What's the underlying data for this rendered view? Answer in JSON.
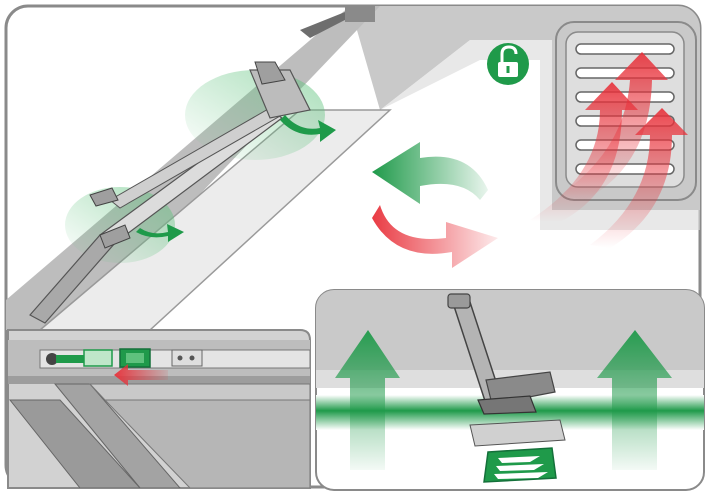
{
  "diagram": {
    "colors": {
      "frame_border": "#8a8a8a",
      "wall_grey": "#c8c8c8",
      "glass_grey": "#e6e6e6",
      "vent_grey": "#b9b9b9",
      "green": "#1f9a4a",
      "green_light": "#c8ead3",
      "red": "#e8313a",
      "red_light": "#f7c7cc",
      "white": "#ffffff"
    },
    "icons": {
      "lock": "padlock-open-icon",
      "airflow_out": "green-curved-arrow-icon",
      "airflow_in": "red-curved-arrow-icon",
      "heat_rise": "red-upward-arrow-icon",
      "air_up": "green-upward-arrow-icon",
      "slide": "red-left-arrow-icon",
      "ventilation": "vent-grille-icon"
    },
    "panels": [
      "roof-window-overview",
      "vent-grille-inset",
      "latch-detail-inset",
      "ventilation-flap-inset"
    ]
  }
}
